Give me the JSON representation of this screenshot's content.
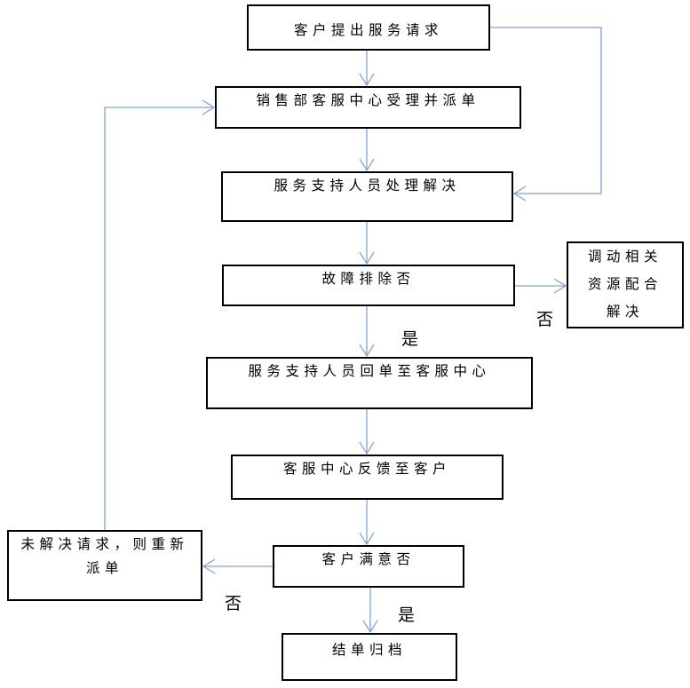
{
  "flow": {
    "nodes": [
      {
        "id": "request",
        "label": "客户提出服务请求"
      },
      {
        "id": "dispatch",
        "label": "销售部客服中心受理并派单"
      },
      {
        "id": "handle",
        "label": "服务支持人员处理解决"
      },
      {
        "id": "fault-check",
        "label": "故障排除否"
      },
      {
        "id": "resources",
        "label": "调动相关资源配合解决"
      },
      {
        "id": "return-order",
        "label": "服务支持人员回单至客服中心"
      },
      {
        "id": "feedback",
        "label": "客服中心反馈至客户"
      },
      {
        "id": "satisfied",
        "label": "客户满意否"
      },
      {
        "id": "redispatch",
        "label": "未解决请求，则重新派单"
      },
      {
        "id": "archive",
        "label": "结单归档"
      }
    ],
    "edge_labels": [
      {
        "id": "fault-yes",
        "text": "是"
      },
      {
        "id": "fault-no",
        "text": "否"
      },
      {
        "id": "satisfied-yes",
        "text": "是"
      },
      {
        "id": "satisfied-no",
        "text": "否"
      }
    ]
  },
  "colors": {
    "arrow": "#7da3d4",
    "border": "#000000",
    "text": "#000000",
    "bg": "#ffffff"
  }
}
